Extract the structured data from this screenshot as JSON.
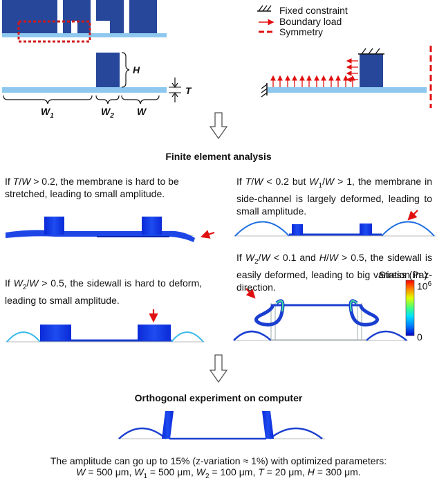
{
  "legend": {
    "fixed": "Fixed constraint",
    "boundary": "Boundary load",
    "symmetry": "Symmetry"
  },
  "dims": {
    "H": "H",
    "T": "T",
    "W1": {
      "base": "W",
      "sub": "1"
    },
    "W2": {
      "base": "W",
      "sub": "2"
    },
    "W": "W"
  },
  "sections": {
    "fea": "Finite element analysis",
    "ortho": "Orthogonal experiment on computer"
  },
  "cases": {
    "c1": {
      "pre": "If ",
      "v1": "T",
      "m1": "/",
      "v2": "W",
      "rest": " > 0.2, the membrane is hard to be stretched, leading to small amplitude."
    },
    "c2": {
      "pre": "If ",
      "v1": "T",
      "m1": "/",
      "v2": "W",
      "mid": " < 0.2 but ",
      "v3": "W",
      "s3": "1",
      "m2": "/",
      "v4": "W",
      "rest": " > 1, the membrane in side-channel is largely deformed, leading to small amplitude."
    },
    "c3": {
      "pre": "If ",
      "v1": "W",
      "s1": "2",
      "m1": "/",
      "v2": "W",
      "rest": " > 0.5, the sidewall is hard to deform, leading to small amplitude."
    },
    "c4": {
      "pre": "If ",
      "v1": "W",
      "s1": "2",
      "m1": "/",
      "v2": "W",
      "mid": " < 0.1 and ",
      "v3": "H",
      "m2": "/",
      "v4": "W",
      "rest": " > 0.5, the sidewall is easily deformed, leading to big variation in z-direction."
    }
  },
  "colorbar": {
    "label": "Stress (Pa)",
    "max_base": "10",
    "max_exp": "6",
    "min": "0",
    "colors": [
      "#0000c8",
      "#0080ff",
      "#00e0ff",
      "#40ff80",
      "#e0ff00",
      "#ff8000",
      "#ff0000"
    ]
  },
  "conclusion": {
    "line1": "The amplitude can go up to 15% (z-variation ≈ 1%) with optimized parameters:",
    "params": [
      {
        "v": "W",
        "s": "",
        "val": " = 500 μm, "
      },
      {
        "v": "W",
        "s": "1",
        "val": " = 500 μm, "
      },
      {
        "v": "W",
        "s": "2",
        "val": " = 100 μm, "
      },
      {
        "v": "T",
        "s": "",
        "val": " = 20 μm, "
      },
      {
        "v": "H",
        "s": "",
        "val": " = 300 μm."
      }
    ]
  },
  "colors": {
    "wall": "#27479a",
    "membrane": "#8ec8ee",
    "arrow": "#e01010",
    "fem_blue": "#1a3fd0",
    "fem_light": "#38b8ea"
  }
}
